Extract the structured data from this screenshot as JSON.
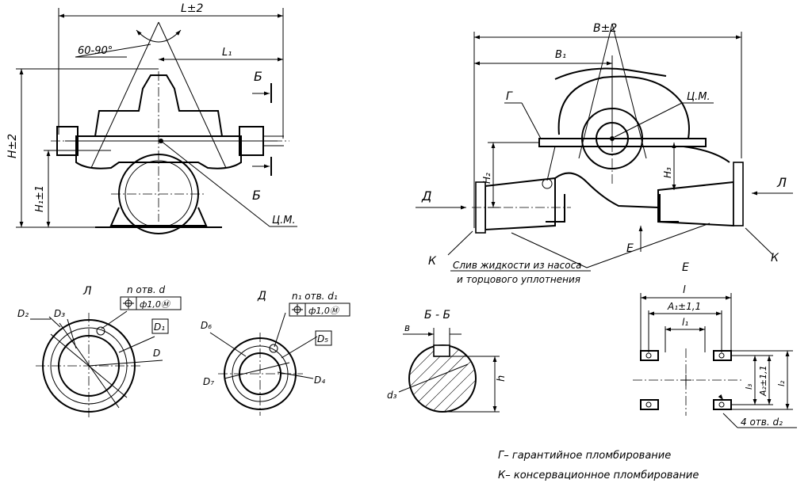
{
  "front_view": {
    "overall_length": "L±2",
    "angle": "60-90°",
    "l1": "L₁",
    "overall_height": "H±2",
    "axis_height": "H₁±1",
    "section_mark": "Б",
    "center_of_mass": "Ц.М."
  },
  "side_view": {
    "overall_width": "B±2",
    "b1": "B₁",
    "seal_g": "Г",
    "center_of_mass": "Ц.М.",
    "h2": "H₂",
    "h3": "H₃",
    "inlet": "Д",
    "outlet": "Л",
    "support_e": "Е",
    "seal_k_left": "К",
    "seal_k_right": "К",
    "drain_line1": "Слив жидкости из насоса",
    "drain_line2": "и торцового уплотнения"
  },
  "flange_l": {
    "title": "Л",
    "holes": "n  отв. d",
    "tolerance": "ф1,0Ⓜ",
    "d2": "D₂",
    "d3": "D₃",
    "d1": "D₁",
    "d": "D"
  },
  "flange_d": {
    "title": "Д",
    "holes": "n₁  отв. d₁",
    "tolerance": "ф1,0Ⓜ",
    "d6": "D₆",
    "d5": "D₅",
    "d7": "D₇",
    "d4": "D₄"
  },
  "section": {
    "title": "Б - Б",
    "b": "в",
    "d3": "d₃",
    "h": "h"
  },
  "view_e": {
    "title": "Е",
    "l": "l",
    "a1": "A₁±1,1",
    "l1": "l₁",
    "l3": "l₃",
    "a2": "A₂±1,1",
    "l2": "l₂",
    "holes": "4  отв. d₂"
  },
  "notes": [
    "Г– гарантийное пломбирование",
    "К– консервационное пломбирование"
  ]
}
